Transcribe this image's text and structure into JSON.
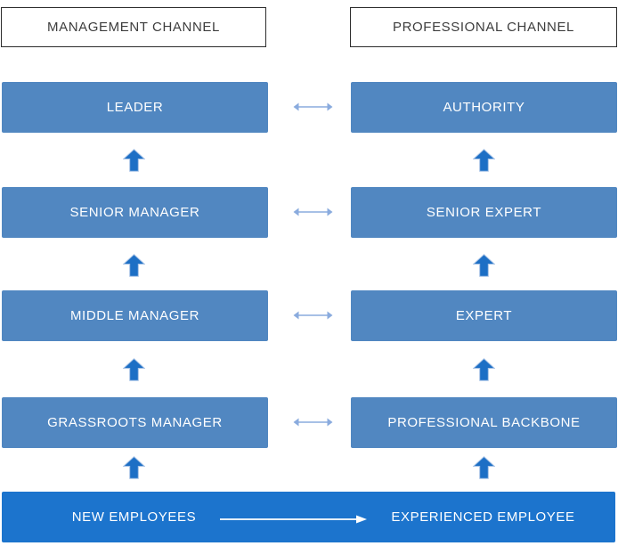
{
  "diagram": {
    "headers": {
      "left": "MANAGEMENT CHANNEL",
      "right": "PROFESSIONAL CHANNEL"
    },
    "levels": [
      {
        "left": "LEADER",
        "right": "AUTHORITY"
      },
      {
        "left": "SENIOR MANAGER",
        "right": "SENIOR EXPERT"
      },
      {
        "left": "MIDDLE MANAGER",
        "right": "EXPERT"
      },
      {
        "left": "GRASSROOTS MANAGER",
        "right": "PROFESSIONAL BACKBONE"
      }
    ],
    "footer": {
      "left": "NEW EMPLOYEES",
      "right": "EXPERIENCED EMPLOYEE"
    },
    "icons": {
      "up_arrow": "up-arrow-icon",
      "double_arrow": "left-right-arrow-icon",
      "right_arrow": "right-arrow-icon"
    },
    "colors": {
      "level_box": "#5187c1",
      "footer_bar": "#1c74cd",
      "up_arrow_fill": "#1d6fc5",
      "up_arrow_stroke": "#a3c0e5",
      "double_arrow": "#8aabde",
      "footer_arrow": "#ffffff",
      "header_border": "#2d2d2d",
      "header_text": "#3d3d3d",
      "box_text": "#ffffff",
      "background": "#ffffff"
    }
  }
}
